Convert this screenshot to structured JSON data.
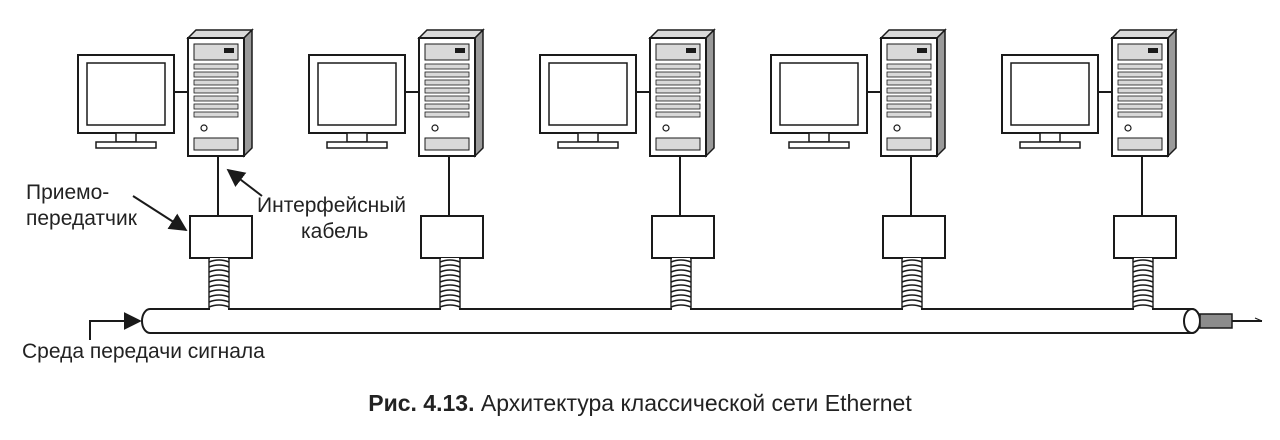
{
  "labels": {
    "transceiver_line1": "Приемо-",
    "transceiver_line2": "передатчик",
    "cable_line1": "Интерфейсный",
    "cable_line2": "кабель",
    "medium": "Среда передачи сигнала"
  },
  "caption": {
    "number": "Рис. 4.13.",
    "text": "Архитектура классической сети Ethernet"
  },
  "stations": [
    {
      "id": 1
    },
    {
      "id": 2
    },
    {
      "id": 3
    },
    {
      "id": 4
    },
    {
      "id": 5
    }
  ],
  "colors": {
    "line": "#1a1a1a",
    "fill": "#ffffff",
    "rack_shade": "#d9d9d9",
    "text": "#222222"
  }
}
